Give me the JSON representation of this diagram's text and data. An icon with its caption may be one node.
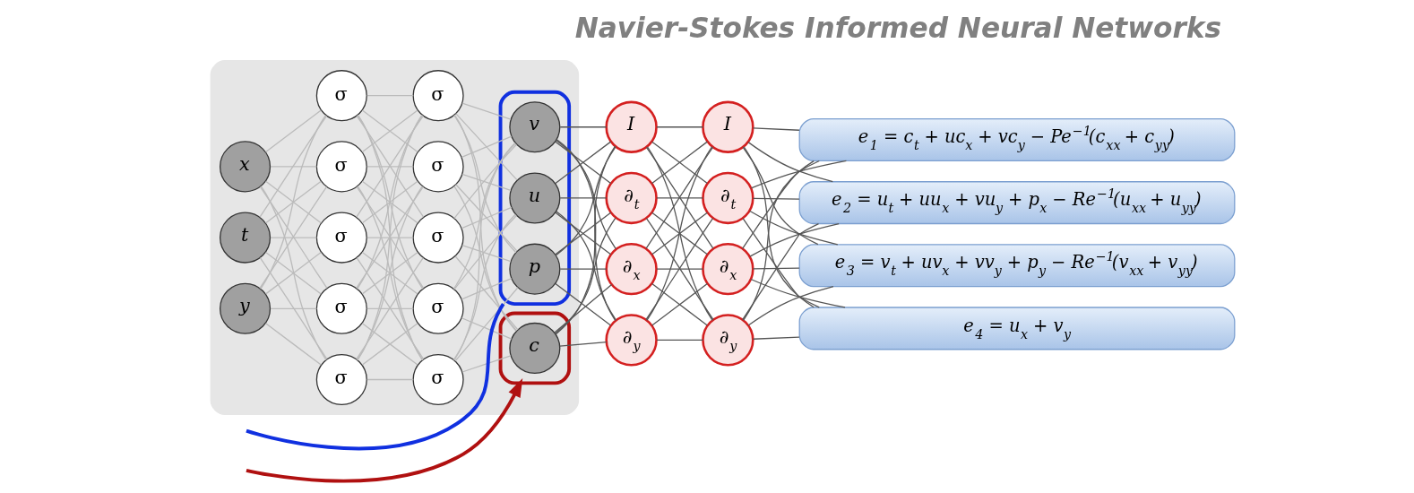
{
  "diagram": {
    "title": "Navier-Stokes Informed Neural Networks",
    "nodes": [
      {
        "text": [],
        "shape": "box"
      },
      {
        "text": [
          "t"
        ],
        "in": 0
      },
      {
        "text": [
          "x"
        ],
        "in": 0
      },
      {
        "text": [
          "y"
        ],
        "in": 0
      },
      {
        "text": [
          "σ"
        ],
        "in": 0
      },
      {
        "text": [
          "σ"
        ],
        "in": 0
      },
      {
        "text": [
          "σ"
        ],
        "in": 0
      },
      {
        "text": [
          "σ"
        ],
        "in": 0
      },
      {
        "text": [
          "σ"
        ],
        "in": 0
      },
      {
        "text": [
          "σ"
        ],
        "in": 0
      },
      {
        "text": [
          "σ"
        ],
        "in": 0
      },
      {
        "text": [
          "σ"
        ],
        "in": 0
      },
      {
        "text": [
          "σ"
        ],
        "in": 0
      },
      {
        "text": [
          "σ"
        ],
        "in": 0
      },
      {
        "text": [],
        "shape": "box",
        "in": 0
      },
      {
        "text": [
          "c"
        ],
        "in": 14
      },
      {
        "text": [],
        "shape": "box",
        "in": 0
      },
      {
        "text": [
          "u"
        ],
        "in": 16
      },
      {
        "text": [
          "v"
        ],
        "in": 16
      },
      {
        "text": [
          "p"
        ],
        "in": 16
      },
      {
        "text": [
          "I"
        ]
      },
      {
        "text": [
          "∂$_{t}$"
        ]
      },
      {
        "text": [
          "∂$_{x}$"
        ]
      },
      {
        "text": [
          "∂$_{y}$"
        ]
      },
      {
        "text": [
          "I"
        ]
      },
      {
        "text": [
          "∂$_{t}$"
        ]
      },
      {
        "text": [
          "∂$_{x}$"
        ]
      },
      {
        "text": [
          "∂$_{y}$"
        ]
      },
      {
        "text": [
          "e$_{1}$ = c$_{t}$ + uc$_{x}$ + vc$_{y}$ − Pe$^{−1}$(c$_{xx}$ + c$_{yy}$)"
        ]
      },
      {
        "text": [
          "e$_{2}$ = u$_{t}$ + uu$_{x}$ + vu$_{y}$ + p$_{x}$ − Re$^{−1}$(u$_{xx}$ + u$_{yy}$)"
        ]
      },
      {
        "text": [
          "e$_{3}$ = v$_{t}$ + uv$_{x}$ + vv$_{y}$ + p$_{y}$ − Re$^{−1}$(v$_{xx}$ + v$_{yy}$)"
        ]
      },
      {
        "text": [
          "e$_{4}$ = u$_{x}$ + v$_{y}$"
        ]
      }
    ],
    "edges": [
      {
        "from": null,
        "to": 14,
        "arrow": "to",
        "color": "#b01010",
        "style": "thick"
      },
      {
        "from": 16,
        "to": null,
        "arrow": "none",
        "color": "#1030e0",
        "style": "thick"
      },
      {
        "from": 1,
        "to": 4,
        "arrow": "none"
      },
      {
        "from": 1,
        "to": 5,
        "arrow": "none"
      },
      {
        "from": 1,
        "to": 6,
        "arrow": "none"
      },
      {
        "from": 1,
        "to": 7,
        "arrow": "none"
      },
      {
        "from": 1,
        "to": 8,
        "arrow": "none"
      },
      {
        "from": 2,
        "to": 4,
        "arrow": "none"
      },
      {
        "from": 2,
        "to": 5,
        "arrow": "none"
      },
      {
        "from": 2,
        "to": 6,
        "arrow": "none"
      },
      {
        "from": 2,
        "to": 7,
        "arrow": "none"
      },
      {
        "from": 2,
        "to": 8,
        "arrow": "none"
      },
      {
        "from": 3,
        "to": 4,
        "arrow": "none"
      },
      {
        "from": 3,
        "to": 5,
        "arrow": "none"
      },
      {
        "from": 3,
        "to": 6,
        "arrow": "none"
      },
      {
        "from": 3,
        "to": 7,
        "arrow": "none"
      },
      {
        "from": 3,
        "to": 8,
        "arrow": "none"
      },
      {
        "from": 4,
        "to": 9,
        "arrow": "none"
      },
      {
        "from": 4,
        "to": 10,
        "arrow": "none"
      },
      {
        "from": 4,
        "to": 11,
        "arrow": "none"
      },
      {
        "from": 4,
        "to": 12,
        "arrow": "none"
      },
      {
        "from": 4,
        "to": 13,
        "arrow": "none"
      },
      {
        "from": 5,
        "to": 9,
        "arrow": "none"
      },
      {
        "from": 5,
        "to": 10,
        "arrow": "none"
      },
      {
        "from": 5,
        "to": 11,
        "arrow": "none"
      },
      {
        "from": 5,
        "to": 12,
        "arrow": "none"
      },
      {
        "from": 5,
        "to": 13,
        "arrow": "none"
      },
      {
        "from": 6,
        "to": 9,
        "arrow": "none"
      },
      {
        "from": 6,
        "to": 10,
        "arrow": "none"
      },
      {
        "from": 6,
        "to": 11,
        "arrow": "none"
      },
      {
        "from": 6,
        "to": 12,
        "arrow": "none"
      },
      {
        "from": 6,
        "to": 13,
        "arrow": "none"
      },
      {
        "from": 7,
        "to": 9,
        "arrow": "none"
      },
      {
        "from": 7,
        "to": 10,
        "arrow": "none"
      },
      {
        "from": 7,
        "to": 11,
        "arrow": "none"
      },
      {
        "from": 7,
        "to": 12,
        "arrow": "none"
      },
      {
        "from": 7,
        "to": 13,
        "arrow": "none"
      },
      {
        "from": 8,
        "to": 9,
        "arrow": "none"
      },
      {
        "from": 8,
        "to": 10,
        "arrow": "none"
      },
      {
        "from": 8,
        "to": 11,
        "arrow": "none"
      },
      {
        "from": 8,
        "to": 12,
        "arrow": "none"
      },
      {
        "from": 8,
        "to": 13,
        "arrow": "none"
      },
      {
        "from": 9,
        "to": 15,
        "arrow": "none"
      },
      {
        "from": 9,
        "to": 17,
        "arrow": "none"
      },
      {
        "from": 9,
        "to": 18,
        "arrow": "none"
      },
      {
        "from": 9,
        "to": 19,
        "arrow": "none"
      },
      {
        "from": 10,
        "to": 15,
        "arrow": "none"
      },
      {
        "from": 10,
        "to": 17,
        "arrow": "none"
      },
      {
        "from": 10,
        "to": 18,
        "arrow": "none"
      },
      {
        "from": 10,
        "to": 19,
        "arrow": "none"
      },
      {
        "from": 11,
        "to": 15,
        "arrow": "none"
      },
      {
        "from": 11,
        "to": 17,
        "arrow": "none"
      },
      {
        "from": 11,
        "to": 18,
        "arrow": "none"
      },
      {
        "from": 11,
        "to": 19,
        "arrow": "none"
      },
      {
        "from": 12,
        "to": 15,
        "arrow": "none"
      },
      {
        "from": 12,
        "to": 17,
        "arrow": "none"
      },
      {
        "from": 12,
        "to": 18,
        "arrow": "none"
      },
      {
        "from": 12,
        "to": 19,
        "arrow": "none"
      },
      {
        "from": 13,
        "to": 15,
        "arrow": "none"
      },
      {
        "from": 13,
        "to": 17,
        "arrow": "none"
      },
      {
        "from": 13,
        "to": 18,
        "arrow": "none"
      },
      {
        "from": 13,
        "to": 19,
        "arrow": "none"
      },
      {
        "from": 15,
        "to": 20,
        "arrow": "none",
        "color": "#555555"
      },
      {
        "from": 15,
        "to": 21,
        "arrow": "none",
        "color": "#555555"
      },
      {
        "from": 15,
        "to": 22,
        "arrow": "none",
        "color": "#555555"
      },
      {
        "from": 15,
        "to": 23,
        "arrow": "none",
        "color": "#555555"
      },
      {
        "from": 17,
        "to": 20,
        "arrow": "none",
        "color": "#555555"
      },
      {
        "from": 17,
        "to": 21,
        "arrow": "none",
        "color": "#555555"
      },
      {
        "from": 17,
        "to": 22,
        "arrow": "none",
        "color": "#555555"
      },
      {
        "from": 17,
        "to": 23,
        "arrow": "none",
        "color": "#555555"
      },
      {
        "from": 18,
        "to": 20,
        "arrow": "none",
        "color": "#555555"
      },
      {
        "from": 18,
        "to": 21,
        "arrow": "none",
        "color": "#555555"
      },
      {
        "from": 18,
        "to": 22,
        "arrow": "none",
        "color": "#555555"
      },
      {
        "from": 18,
        "to": 23,
        "arrow": "none",
        "color": "#555555"
      },
      {
        "from": 19,
        "to": 20,
        "arrow": "none",
        "color": "#555555"
      },
      {
        "from": 19,
        "to": 21,
        "arrow": "none",
        "color": "#555555"
      },
      {
        "from": 19,
        "to": 22,
        "arrow": "none",
        "color": "#555555"
      },
      {
        "from": 19,
        "to": 23,
        "arrow": "none",
        "color": "#555555"
      },
      {
        "from": 20,
        "to": 24,
        "arrow": "none",
        "color": "#555555"
      },
      {
        "from": 20,
        "to": 25,
        "arrow": "none",
        "color": "#555555"
      },
      {
        "from": 20,
        "to": 26,
        "arrow": "none",
        "color": "#555555"
      },
      {
        "from": 20,
        "to": 27,
        "arrow": "none",
        "color": "#555555"
      },
      {
        "from": 21,
        "to": 24,
        "arrow": "none",
        "color": "#555555"
      },
      {
        "from": 21,
        "to": 25,
        "arrow": "none",
        "color": "#555555"
      },
      {
        "from": 21,
        "to": 26,
        "arrow": "none",
        "color": "#555555"
      },
      {
        "from": 21,
        "to": 27,
        "arrow": "none",
        "color": "#555555"
      },
      {
        "from": 22,
        "to": 24,
        "arrow": "none",
        "color": "#555555"
      },
      {
        "from": 22,
        "to": 25,
        "arrow": "none",
        "color": "#555555"
      },
      {
        "from": 22,
        "to": 26,
        "arrow": "none",
        "color": "#555555"
      },
      {
        "from": 22,
        "to": 27,
        "arrow": "none",
        "color": "#555555"
      },
      {
        "from": 23,
        "to": 24,
        "arrow": "none",
        "color": "#555555"
      },
      {
        "from": 23,
        "to": 25,
        "arrow": "none",
        "color": "#555555"
      },
      {
        "from": 23,
        "to": 26,
        "arrow": "none",
        "color": "#555555"
      },
      {
        "from": 23,
        "to": 27,
        "arrow": "none",
        "color": "#555555"
      },
      {
        "from": 24,
        "to": 28,
        "arrow": "none",
        "color": "#555555"
      },
      {
        "from": 24,
        "to": 29,
        "arrow": "none",
        "color": "#555555"
      },
      {
        "from": 24,
        "to": 30,
        "arrow": "none",
        "color": "#555555"
      },
      {
        "from": 24,
        "to": 31,
        "arrow": "none",
        "color": "#555555"
      },
      {
        "from": 25,
        "to": 28,
        "arrow": "none",
        "color": "#555555"
      },
      {
        "from": 25,
        "to": 29,
        "arrow": "none",
        "color": "#555555"
      },
      {
        "from": 25,
        "to": 30,
        "arrow": "none",
        "color": "#555555"
      },
      {
        "from": 25,
        "to": 31,
        "arrow": "none",
        "color": "#555555"
      },
      {
        "from": 26,
        "to": 28,
        "arrow": "none",
        "color": "#555555"
      },
      {
        "from": 26,
        "to": 29,
        "arrow": "none",
        "color": "#555555"
      },
      {
        "from": 26,
        "to": 30,
        "arrow": "none",
        "color": "#555555"
      },
      {
        "from": 26,
        "to": 31,
        "arrow": "none",
        "color": "#555555"
      },
      {
        "from": 27,
        "to": 28,
        "arrow": "none",
        "color": "#555555"
      },
      {
        "from": 27,
        "to": 29,
        "arrow": "none",
        "color": "#555555"
      },
      {
        "from": 27,
        "to": 30,
        "arrow": "none",
        "color": "#555555"
      },
      {
        "from": 27,
        "to": 31,
        "arrow": "none",
        "color": "#555555"
      }
    ]
  }
}
